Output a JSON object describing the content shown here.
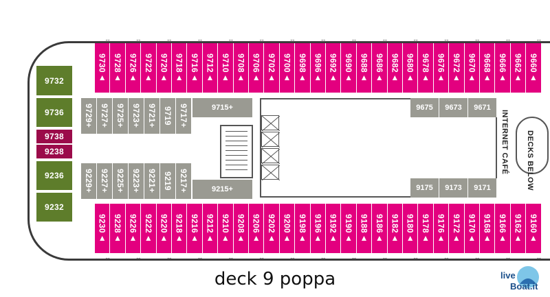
{
  "caption": "deck 9 poppa",
  "logo_text": "liveBoat.it",
  "labels": {
    "internet_cafe": "INTERNET CAFÉ",
    "decks_below": "DECKS BELOW"
  },
  "colors": {
    "pink": "#e3007f",
    "gray": "#9a9a92",
    "green": "#5e7d2b",
    "maroon": "#9b0b4a"
  },
  "top_row": [
    "9730▲",
    "9728▲",
    "9726▲",
    "9722▲",
    "9720▲",
    "9718▲",
    "9716▲",
    "9712▲",
    "9710▲",
    "9708▲",
    "9706▲",
    "9702▲",
    "9700▲",
    "9698▲",
    "9696▲",
    "9692▲",
    "9690▲",
    "9688▲",
    "9686▲",
    "9682▲",
    "9680▲",
    "9678▲",
    "9676▲",
    "9672▲",
    "9670▲",
    "9668▲",
    "9666▲",
    "9662▲",
    "9660▲"
  ],
  "bottom_row": [
    "9230▲",
    "9228▲",
    "9226▲",
    "9222▲",
    "9220▲",
    "9218▲",
    "9216▲",
    "9212▲",
    "9210▲",
    "9208▲",
    "9206▲",
    "9202▲",
    "9200▲",
    "9198▲",
    "9196▲",
    "9192▲",
    "9190▲",
    "9188▲",
    "9186▲",
    "9182▲",
    "9180▲",
    "9178▲",
    "9176▲",
    "9172▲",
    "9170▲",
    "9168▲",
    "9166▲",
    "9162▲",
    "9160▲"
  ],
  "inner_top": [
    "9729+",
    "9727+",
    "9725+",
    "9723+",
    "9721+",
    "9719",
    "9717+"
  ],
  "inner_bottom": [
    "9229+",
    "9227+",
    "9225+",
    "9223+",
    "9221+",
    "9219",
    "9217+"
  ],
  "inner_extra": {
    "top": "9715+",
    "bottom": "9215+"
  },
  "right_top": [
    "9675",
    "9673",
    "9671"
  ],
  "right_bottom": [
    "9175",
    "9173",
    "9171"
  ],
  "bow": [
    "9732",
    "9736",
    "9738",
    "9238",
    "9236",
    "9232"
  ]
}
